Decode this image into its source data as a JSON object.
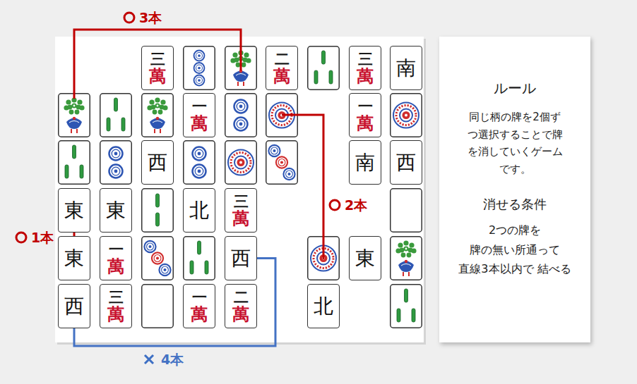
{
  "diagram": {
    "nodes": [
      {
        "text": [
          "三",
          "萬"
        ]
      },
      {
        "text": [
          "二",
          "萬"
        ]
      },
      {
        "text": [
          "三",
          "萬"
        ]
      },
      {
        "text": [
          "南"
        ]
      },
      {
        "text": [
          "一",
          "萬"
        ]
      },
      {
        "text": [
          "一",
          "萬"
        ]
      },
      {
        "text": [
          "西"
        ]
      },
      {
        "text": [
          "南"
        ]
      },
      {
        "text": [
          "西"
        ]
      },
      {
        "text": [
          "東"
        ]
      },
      {
        "text": [
          "東"
        ]
      },
      {
        "text": [
          "北"
        ]
      },
      {
        "text": [
          "三",
          "萬"
        ]
      },
      {
        "text": [
          "東"
        ]
      },
      {
        "text": [
          "一",
          "萬"
        ]
      },
      {
        "text": [
          "西"
        ]
      },
      {
        "text": [
          "東"
        ]
      },
      {
        "text": [
          "西"
        ]
      },
      {
        "text": [
          "三",
          "萬"
        ]
      },
      {
        "text": [
          "一",
          "萬"
        ]
      },
      {
        "text": [
          "二",
          "萬"
        ]
      },
      {
        "text": [
          "北"
        ]
      },
      {
        "text": [
          "ルール",
          "同じ柄の牌を2個ずつ選択することで牌を消していくゲームです。",
          "消せる条件",
          "2つの牌を 牌の無い所通って 直線3本以内で 結べる"
        ]
      }
    ],
    "edges": [
      {
        "from": 9,
        "to": 13,
        "arrow": "none",
        "label": "1本"
      },
      {
        "from": 15,
        "to": 17,
        "arrow": "none",
        "label": "4本"
      }
    ],
    "labels": [
      "3本",
      "2本"
    ]
  }
}
